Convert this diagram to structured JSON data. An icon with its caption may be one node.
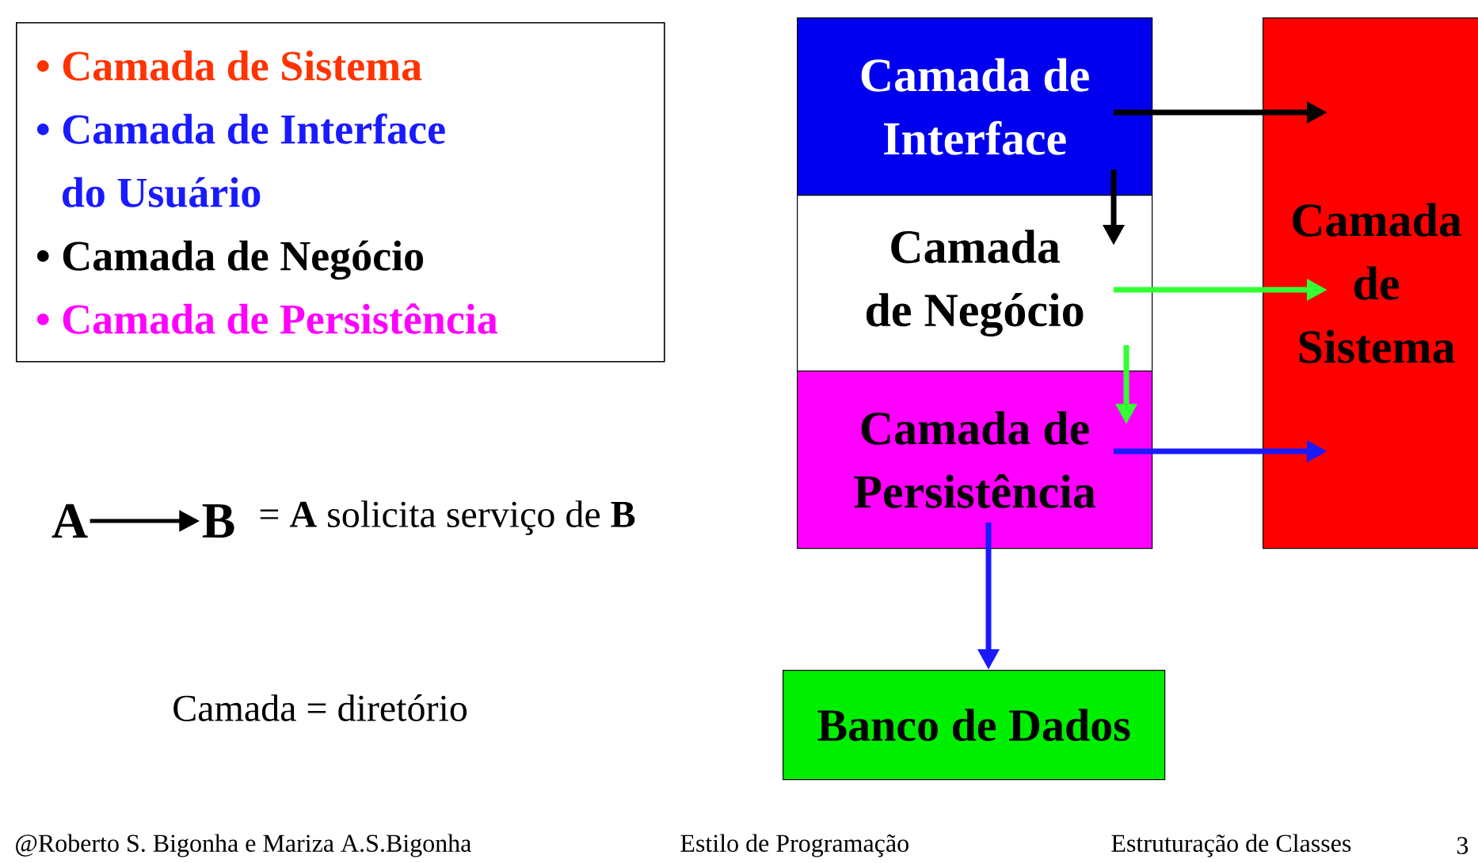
{
  "diagram": {
    "nodes": [
      {
        "text": [
          "• Camada de Sistema",
          "• Camada de Interface do Usuário",
          "• Camada de Negócio",
          "• Camada de  Persistência"
        ]
      },
      {
        "text": [
          "Camada de Interface"
        ]
      },
      {
        "text": [
          "Camada de Negócio"
        ]
      },
      {
        "text": [
          "Camada de Persistência"
        ]
      },
      {
        "text": [
          "Camada de Sistema"
        ]
      },
      {
        "text": [
          "Banco de Dados"
        ]
      },
      {
        "text": [
          "A"
        ]
      },
      {
        "text": [
          "B"
        ]
      }
    ],
    "edges": [
      {
        "from": 1,
        "to": 4,
        "arrow": "to"
      },
      {
        "from": 1,
        "to": 2,
        "arrow": "to"
      },
      {
        "from": 2,
        "to": 4,
        "arrow": "to",
        "color": "#33ff33"
      },
      {
        "from": 2,
        "to": 3,
        "arrow": "to",
        "color": "#33ff33"
      },
      {
        "from": 3,
        "to": 4,
        "arrow": "to",
        "color": "#1a1aff"
      },
      {
        "from": 3,
        "to": 5,
        "arrow": "to",
        "color": "#1a1aff"
      },
      {
        "from": 6,
        "to": 7,
        "arrow": "to"
      }
    ],
    "labels": [
      "= **A** solicita serviço de **B**",
      "Camada = diretório",
      "@Roberto S. Bigonha  e Mariza A.S.Bigonha",
      "Estilo de Programação",
      "Estruturação de Classes",
      "3"
    ]
  }
}
